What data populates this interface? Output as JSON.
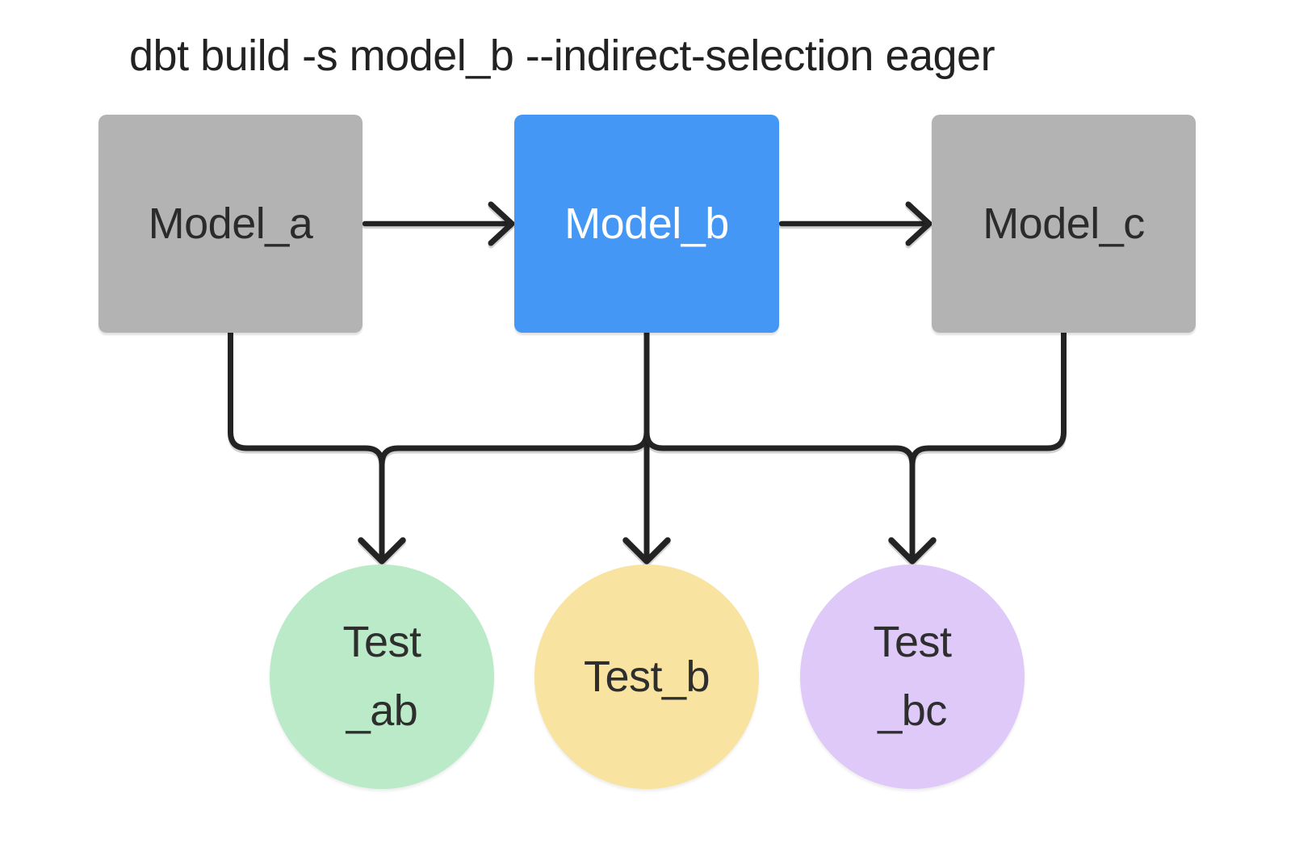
{
  "title": "dbt build -s model_b --indirect-selection eager",
  "models": [
    {
      "id": "model_a",
      "label": "Model_a",
      "selected": false
    },
    {
      "id": "model_b",
      "label": "Model_b",
      "selected": true
    },
    {
      "id": "model_c",
      "label": "Model_c",
      "selected": false
    }
  ],
  "tests": [
    {
      "id": "test_ab",
      "lines": [
        "Test",
        "_ab"
      ]
    },
    {
      "id": "test_b",
      "lines": [
        "Test_b"
      ]
    },
    {
      "id": "test_bc",
      "lines": [
        "Test",
        "_bc"
      ]
    }
  ],
  "colors": {
    "model_default": "#b3b3b3",
    "model_selected": "#4497f4",
    "test_ab_fill": "#baeac7",
    "test_b_fill": "#f8e4a0",
    "test_bc_fill": "#dec9f8",
    "connector": "#232323",
    "title_text": "#222222",
    "node_text_dark": "#2b2b2b",
    "node_text_light": "#ffffff",
    "background": "#ffffff"
  }
}
